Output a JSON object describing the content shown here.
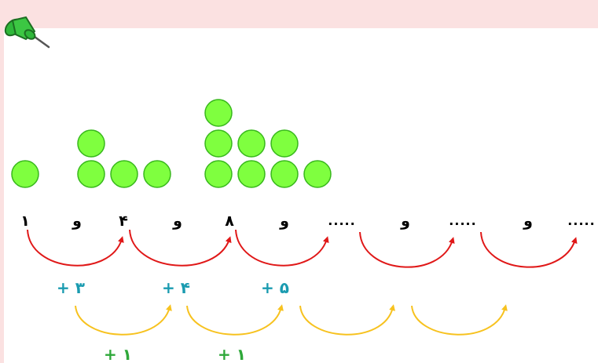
{
  "sequence": {
    "terms": [
      "١",
      "۴",
      "٨",
      ".....",
      ".....",
      "....."
    ],
    "separator": "و"
  },
  "dot_counts": [
    1,
    4,
    8
  ],
  "first_differences": [
    "+ ٣",
    "+ ۴",
    "+ ۵"
  ],
  "second_differences": [
    "+ ١",
    "+ ١"
  ],
  "colors": {
    "dot_fill": "#7fff3f",
    "dot_stroke": "#38b81c",
    "arrow_red": "#e01818",
    "arrow_yellow": "#f7c21f",
    "first_diff_text": "#1a9bb0",
    "second_diff_text": "#2fa83a",
    "banner": "#fbe1e1"
  },
  "icons": {
    "pin": "pushpin-icon"
  }
}
